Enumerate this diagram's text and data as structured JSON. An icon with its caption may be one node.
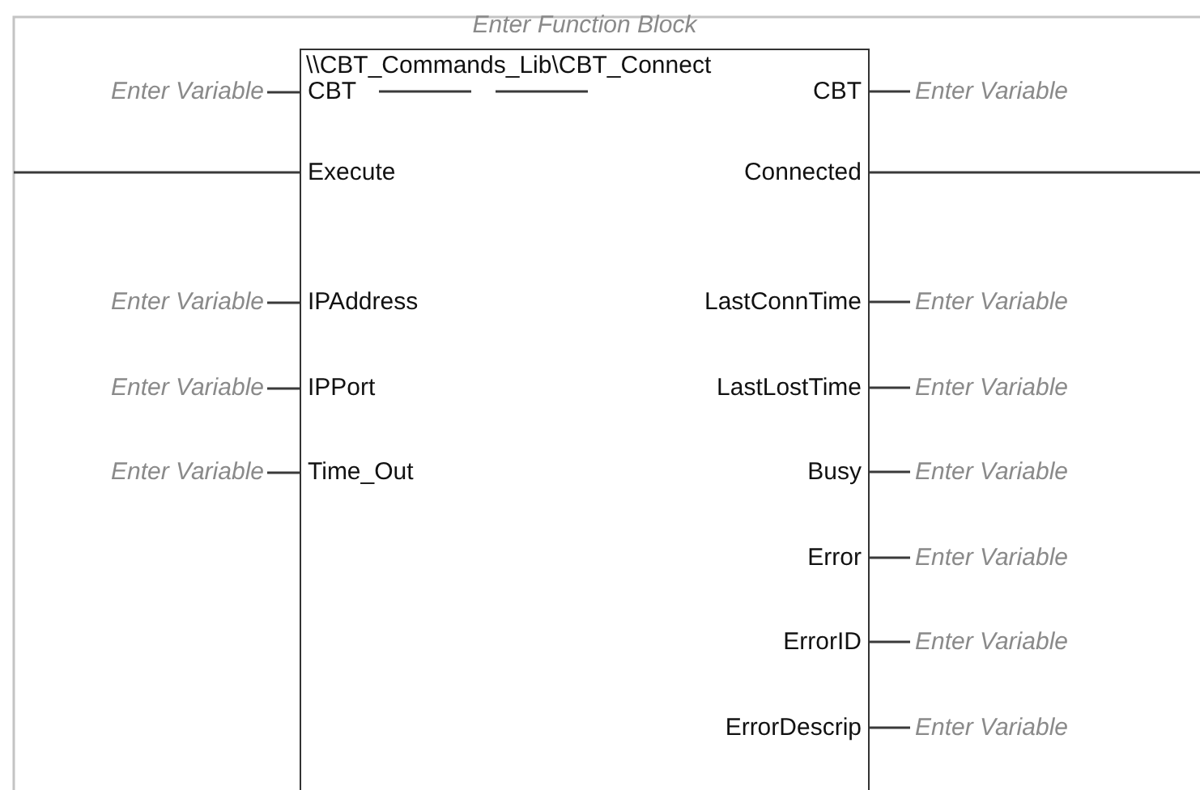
{
  "diagram": {
    "nodes": [
      {
        "text": [
          "Enter Function Block",
          "\\\\CBT_Commands_Lib\\CBT_Connect"
        ]
      },
      {
        "text": [
          "Enter Variable"
        ]
      },
      {
        "text": [
          "CBT"
        ],
        "in": 0
      },
      {
        "text": [
          "CBT"
        ],
        "in": 0
      },
      {
        "text": [
          "Enter Variable"
        ]
      },
      {
        "text": [
          "Execute"
        ],
        "in": 0
      },
      {
        "text": [
          "Connected"
        ],
        "in": 0
      },
      {
        "text": [
          "Enter Variable"
        ]
      },
      {
        "text": [
          "IPAddress"
        ],
        "in": 0
      },
      {
        "text": [
          "LastConnTime"
        ],
        "in": 0
      },
      {
        "text": [
          "Enter Variable"
        ]
      },
      {
        "text": [
          "Enter Variable"
        ]
      },
      {
        "text": [
          "IPPort"
        ],
        "in": 0
      },
      {
        "text": [
          "LastLostTime"
        ],
        "in": 0
      },
      {
        "text": [
          "Enter Variable"
        ]
      },
      {
        "text": [
          "Enter Variable"
        ]
      },
      {
        "text": [
          "Time_Out"
        ],
        "in": 0
      },
      {
        "text": [
          "Busy"
        ],
        "in": 0
      },
      {
        "text": [
          "Enter Variable"
        ]
      },
      {
        "text": [
          "Error"
        ],
        "in": 0
      },
      {
        "text": [
          "Enter Variable"
        ]
      },
      {
        "text": [
          "ErrorID"
        ],
        "in": 0
      },
      {
        "text": [
          "Enter Variable"
        ]
      },
      {
        "text": [
          "ErrorDescrip"
        ],
        "in": 0
      },
      {
        "text": [
          "Enter Variable"
        ]
      }
    ],
    "edges": [
      {
        "from": 1,
        "to": 2,
        "arrow": "none"
      },
      {
        "from": 2,
        "to": 3,
        "arrow": "none",
        "style": "dashed"
      },
      {
        "from": 3,
        "to": 4,
        "arrow": "none"
      },
      {
        "from": null,
        "to": 5,
        "arrow": "none"
      },
      {
        "from": 6,
        "to": null,
        "arrow": "none"
      },
      {
        "from": 7,
        "to": 8,
        "arrow": "none"
      },
      {
        "from": 9,
        "to": 10,
        "arrow": "none"
      },
      {
        "from": 11,
        "to": 12,
        "arrow": "none"
      },
      {
        "from": 13,
        "to": 14,
        "arrow": "none"
      },
      {
        "from": 15,
        "to": 16,
        "arrow": "none"
      },
      {
        "from": 17,
        "to": 18,
        "arrow": "none"
      },
      {
        "from": 19,
        "to": 20,
        "arrow": "none"
      },
      {
        "from": 21,
        "to": 22,
        "arrow": "none"
      },
      {
        "from": 23,
        "to": 24,
        "arrow": "none"
      }
    ]
  }
}
